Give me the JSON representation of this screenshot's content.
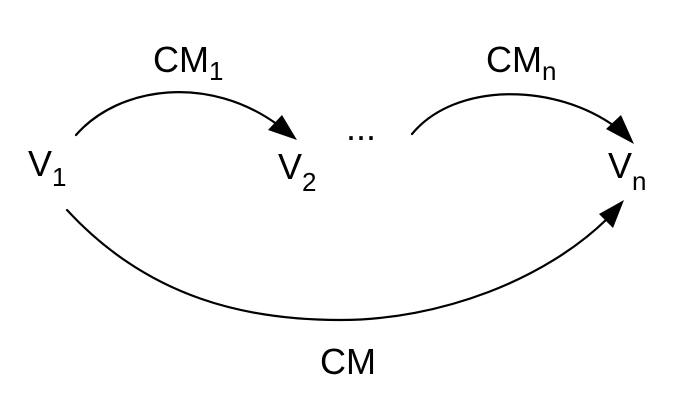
{
  "nodes": {
    "v1": {
      "base": "V",
      "sub": "1"
    },
    "v2": {
      "base": "V",
      "sub": "2"
    },
    "vn": {
      "base": "V",
      "sub": "n"
    }
  },
  "edges": {
    "cm1": {
      "base": "CM",
      "sub": "1"
    },
    "cmn": {
      "base": "CM",
      "sub": "n"
    },
    "cm": {
      "label": "CM"
    }
  },
  "ellipsis": "..."
}
